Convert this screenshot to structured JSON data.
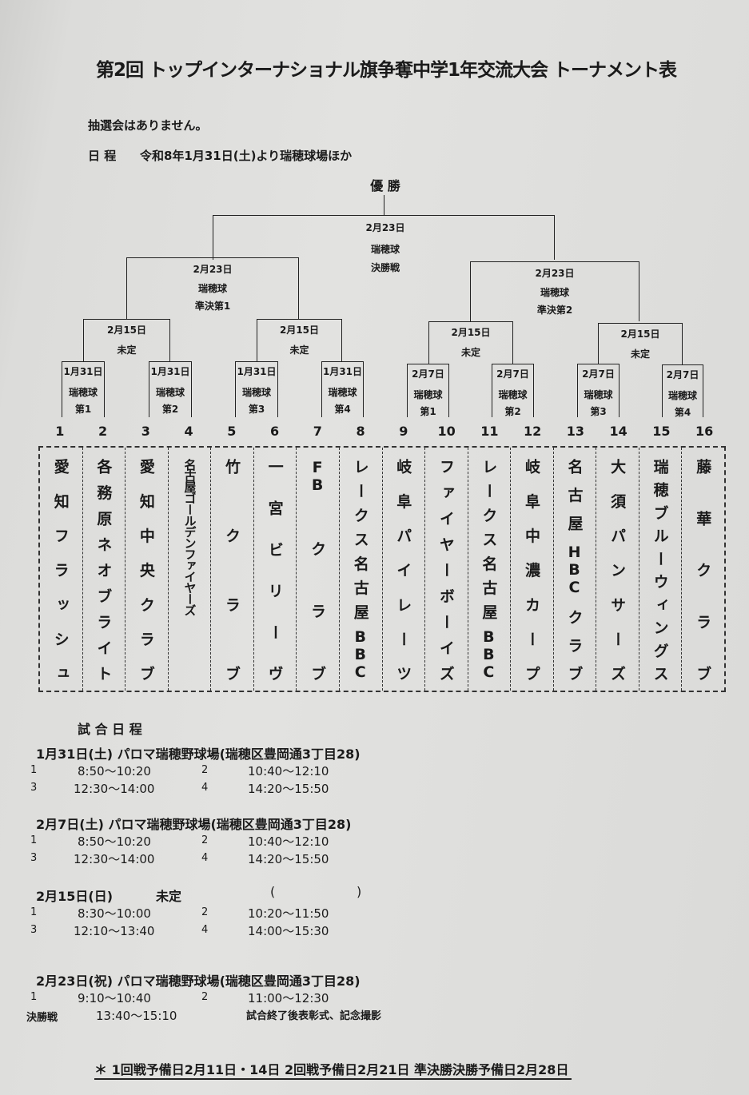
{
  "title": "第2回 トップインターナショナル旗争奪中学1年交流大会 トーナメント表",
  "notice": "抽選会はありません。",
  "schedule_line": {
    "label": "日 程",
    "value": "令和8年1月31日(土)より瑞穂球場ほか"
  },
  "bracket": {
    "champion": "優 勝",
    "final": {
      "date": "2月23日",
      "venue": "瑞穂球",
      "name": "決勝戦"
    },
    "semis": [
      {
        "date": "2月23日",
        "venue": "瑞穂球",
        "name": "準決第1"
      },
      {
        "date": "2月23日",
        "venue": "瑞穂球",
        "name": "準決第2"
      }
    ],
    "round2": [
      {
        "date": "2月15日",
        "status": "未定"
      },
      {
        "date": "2月15日",
        "status": "未定"
      },
      {
        "date": "2月15日",
        "status": "未定"
      },
      {
        "date": "2月15日",
        "status": "未定"
      }
    ],
    "round1": [
      {
        "date": "1月31日",
        "venue": "瑞穂球",
        "game": "第1"
      },
      {
        "date": "1月31日",
        "venue": "瑞穂球",
        "game": "第2"
      },
      {
        "date": "1月31日",
        "venue": "瑞穂球",
        "game": "第3"
      },
      {
        "date": "1月31日",
        "venue": "瑞穂球",
        "game": "第4"
      },
      {
        "date": "2月7日",
        "venue": "瑞穂球",
        "game": "第1"
      },
      {
        "date": "2月7日",
        "venue": "瑞穂球",
        "game": "第2"
      },
      {
        "date": "2月7日",
        "venue": "瑞穂球",
        "game": "第3"
      },
      {
        "date": "2月7日",
        "venue": "瑞穂球",
        "game": "第4"
      }
    ]
  },
  "teams": [
    {
      "no": "1",
      "name": "愛知フラッシュ"
    },
    {
      "no": "2",
      "name": "各務原ネオブライト"
    },
    {
      "no": "3",
      "name": "愛知中央クラブ"
    },
    {
      "no": "4",
      "name": "名古屋ゴールデンファイヤーズ"
    },
    {
      "no": "5",
      "name": "竹クラブ"
    },
    {
      "no": "6",
      "name": "一宮ビリーヴ"
    },
    {
      "no": "7",
      "name": "FBクラブ"
    },
    {
      "no": "8",
      "name": "レークス名古屋BBC"
    },
    {
      "no": "9",
      "name": "岐阜パイレーツ"
    },
    {
      "no": "10",
      "name": "ファイヤーボーイズ"
    },
    {
      "no": "11",
      "name": "レークス名古屋BBC"
    },
    {
      "no": "12",
      "name": "岐阜中濃カープ"
    },
    {
      "no": "13",
      "name": "名古屋HBCクラブ"
    },
    {
      "no": "14",
      "name": "大須パンサーズ"
    },
    {
      "no": "15",
      "name": "瑞穂ブルーウィングス"
    },
    {
      "no": "16",
      "name": "藤華クラブ"
    }
  ],
  "match_schedule": {
    "heading": "試 合 日 程",
    "days": [
      {
        "header": "1月31日(土)  パロマ瑞穂野球場(瑞穂区豊岡通3丁目28)",
        "rows": [
          [
            "1",
            "8:50～10:20",
            "2",
            "10:40～12:10"
          ],
          [
            "3",
            "12:30～14:00",
            "4",
            "14:20～15:50"
          ]
        ]
      },
      {
        "header": "2月7日(土)  パロマ瑞穂野球場(瑞穂区豊岡通3丁目28)",
        "rows": [
          [
            "1",
            "8:50～10:20",
            "2",
            "10:40～12:10"
          ],
          [
            "3",
            "12:30～14:00",
            "4",
            "14:20～15:50"
          ]
        ]
      },
      {
        "header": "2月15日(日)",
        "status": "未定",
        "paren": "(                    )",
        "rows": [
          [
            "1",
            "8:30～10:00",
            "2",
            "10:20～11:50"
          ],
          [
            "3",
            "12:10～13:40",
            "4",
            "14:00～15:30"
          ]
        ]
      },
      {
        "header": "2月23日(祝)  パロマ瑞穂野球場(瑞穂区豊岡通3丁目28)",
        "rows": [
          [
            "1",
            "9:10～10:40",
            "2",
            "11:00～12:30"
          ],
          [
            "決勝戦",
            "13:40～15:10",
            "",
            "試合終了後表彰式、記念撮影"
          ]
        ]
      }
    ]
  },
  "footer": "＊  1回戦予備日2月11日・14日    2回戦予備日2月21日    準決勝決勝予備日2月28日"
}
